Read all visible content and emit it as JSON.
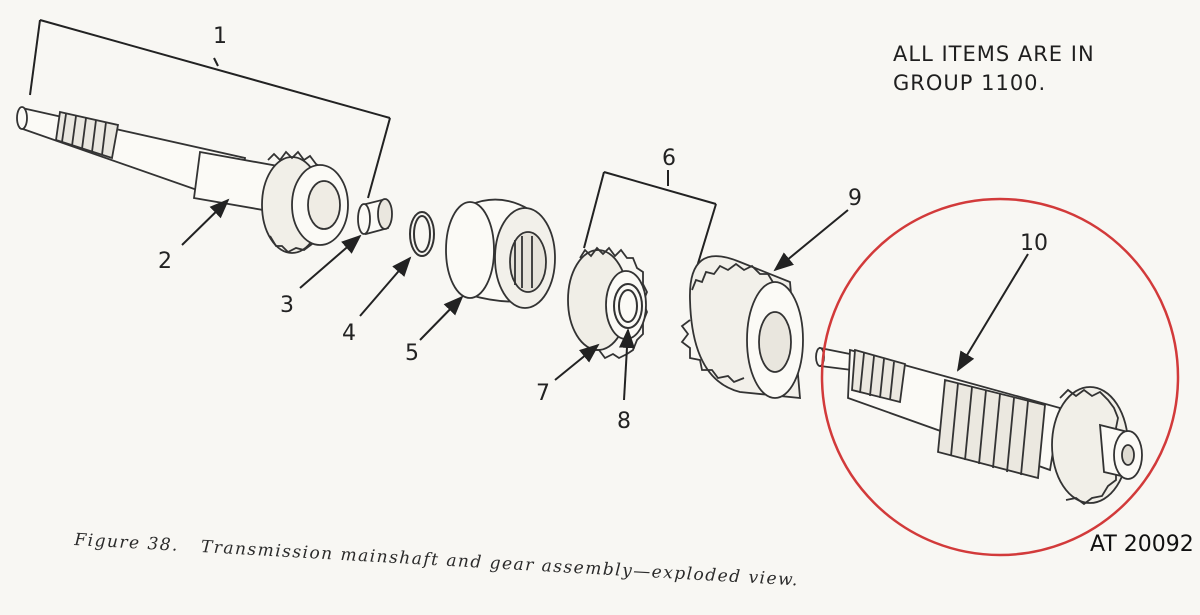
{
  "note": {
    "line1": "ALL ITEMS ARE IN",
    "line2": "GROUP 1100."
  },
  "caption": {
    "figure": "Figure 38.",
    "text": "Transmission mainshaft and gear assembly—exploded view."
  },
  "code": "AT 20092",
  "callouts": {
    "c1": "1",
    "c2": "2",
    "c3": "3",
    "c4": "4",
    "c5": "5",
    "c6": "6",
    "c7": "7",
    "c8": "8",
    "c9": "9",
    "c10": "10"
  },
  "highlight": {
    "color": "#d23a3a",
    "target": "10"
  }
}
